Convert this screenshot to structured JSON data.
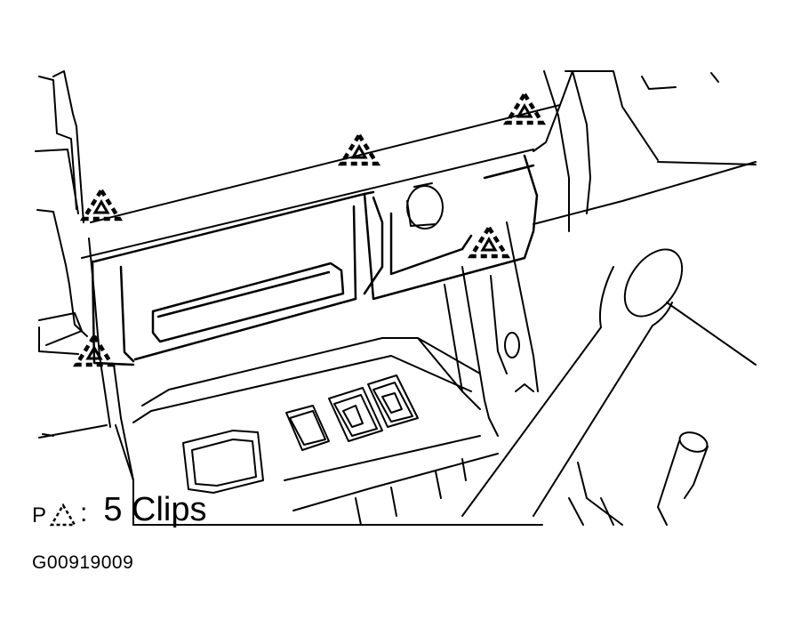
{
  "legend": {
    "prefix": "P",
    "separator": ":",
    "text": "5 Clips",
    "symbol_icon": "dashed-triangle-clip-icon"
  },
  "figure_id": "G00919009",
  "clips": {
    "count": 5,
    "symbol_icon": "dashed-triangle-clip-icon"
  },
  "colors": {
    "line": "#000000",
    "background": "#ffffff"
  }
}
